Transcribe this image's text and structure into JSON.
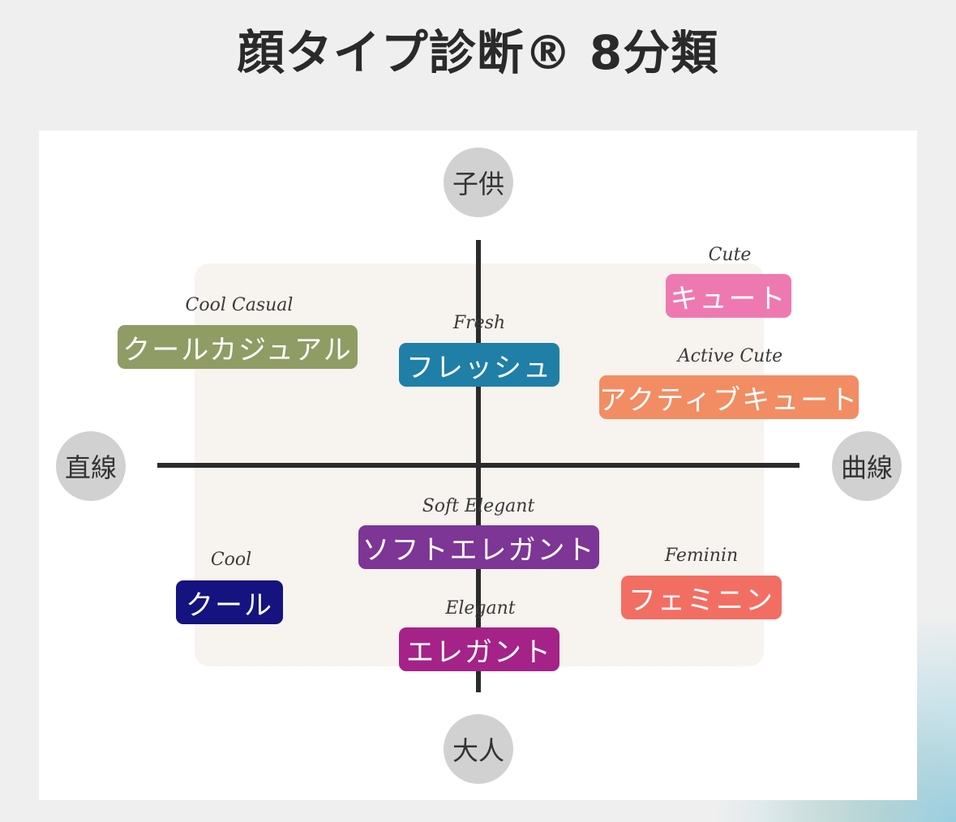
{
  "title": "顔タイプ診断® 8分類",
  "poles": {
    "top": "子供",
    "bottom": "大人",
    "left": "直線",
    "right": "曲線"
  },
  "types": [
    {
      "id": "cool-casual",
      "label": "クールカジュアル",
      "subtitle": "Cool Casual",
      "color": "#8f9c64"
    },
    {
      "id": "fresh",
      "label": "フレッシュ",
      "subtitle": "Fresh",
      "color": "#1f7fa7"
    },
    {
      "id": "cute",
      "label": "キュート",
      "subtitle": "Cute",
      "color": "#ee79b1"
    },
    {
      "id": "active-cute",
      "label": "アクティブキュート",
      "subtitle": "Active Cute",
      "color": "#f28c63"
    },
    {
      "id": "soft-elegant",
      "label": "ソフトエレガント",
      "subtitle": "Soft Elegant",
      "color": "#7d3596"
    },
    {
      "id": "cool",
      "label": "クール",
      "subtitle": "Cool",
      "color": "#15137f"
    },
    {
      "id": "feminin",
      "label": "フェミニン",
      "subtitle": "Feminin",
      "color": "#f26e63"
    },
    {
      "id": "elegant",
      "label": "エレガント",
      "subtitle": "Elegant",
      "color": "#a52289"
    }
  ]
}
